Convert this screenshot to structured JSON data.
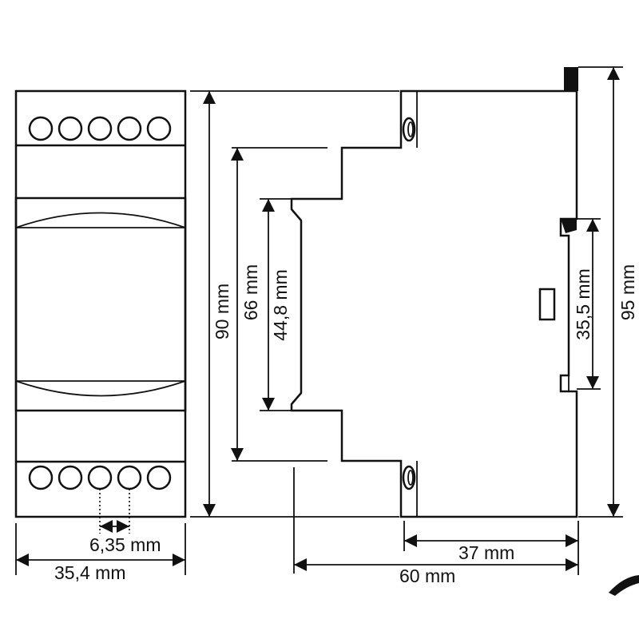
{
  "dimensions": {
    "front_height": "90 mm",
    "body_height": "66 mm",
    "window_height": "44,8 mm",
    "rail_height": "35,5 mm",
    "total_height": "95 mm",
    "terminal_pitch": "6,35 mm",
    "front_width": "35,4 mm",
    "rail_depth": "37 mm",
    "total_depth": "60 mm"
  },
  "colors": {
    "line": "#111111",
    "background": "#ffffff"
  }
}
